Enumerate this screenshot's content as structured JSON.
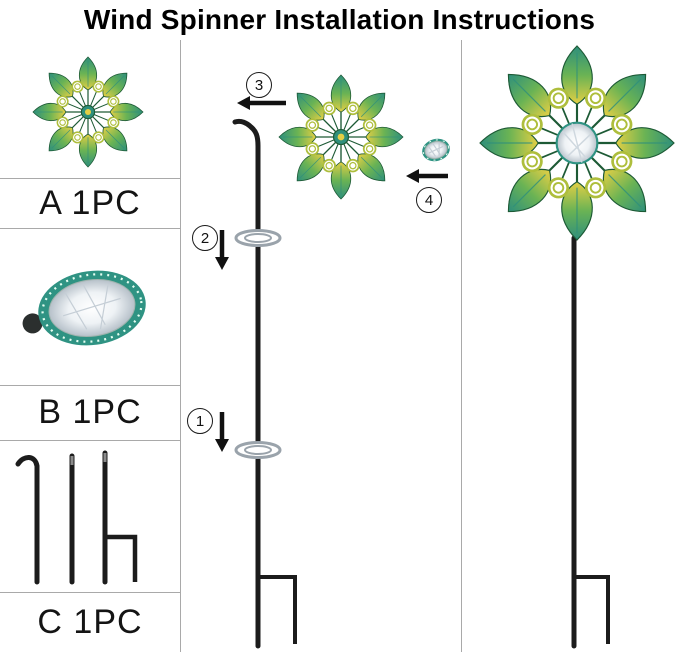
{
  "title": "Wind Spinner Installation Instructions",
  "parts": [
    {
      "id": "A",
      "label": "A 1PC"
    },
    {
      "id": "B",
      "label": "B 1PC"
    },
    {
      "id": "C",
      "label": "C 1PC"
    }
  ],
  "steps": [
    "1",
    "2",
    "3",
    "4"
  ],
  "colors": {
    "petal_teal": "#2e8f7c",
    "petal_green": "#6ab354",
    "petal_yellow": "#e3cf45",
    "coil": "#aebe3c",
    "stem": "#1d5a35",
    "pole": "#1c1c1c",
    "ring": "#9aa3ab",
    "crystal_light": "#eef2f5",
    "crystal_dark": "#b6c0c9",
    "gem_rim": "#2f9383",
    "arrow": "#111111"
  }
}
